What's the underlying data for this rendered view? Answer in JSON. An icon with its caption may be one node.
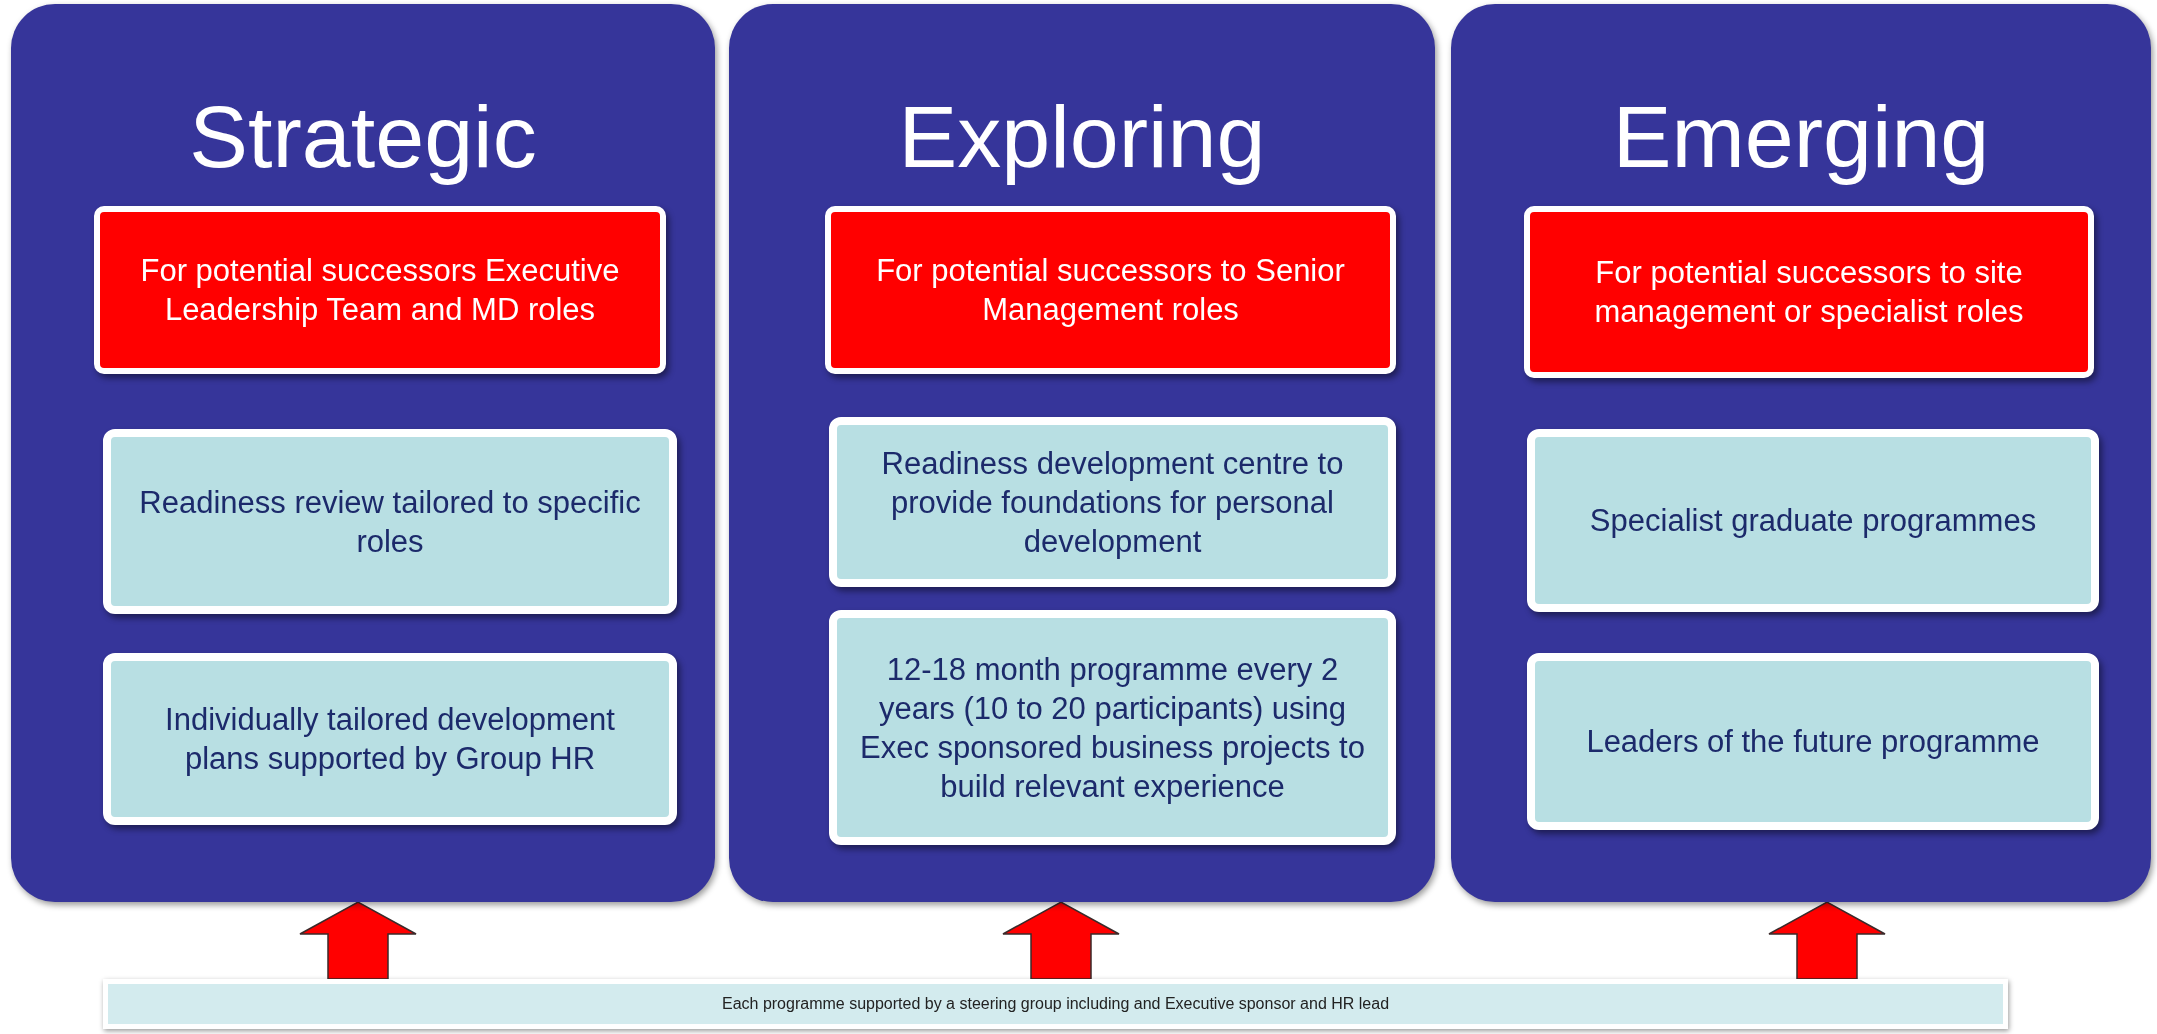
{
  "diagram": {
    "nodes": [
      {
        "text": [
          "Strategic"
        ]
      },
      {
        "text": [
          "For potential successors Executive Leadership Team and MD roles"
        ],
        "in": 0
      },
      {
        "text": [
          "Readiness review tailored to specific roles"
        ],
        "in": 0
      },
      {
        "text": [
          "Individually tailored development plans supported by Group HR"
        ],
        "in": 0
      },
      {
        "text": [
          "Exploring"
        ]
      },
      {
        "text": [
          "For potential successors to Senior Management roles"
        ],
        "in": 4
      },
      {
        "text": [
          "Readiness development centre to provide foundations for personal development"
        ],
        "in": 4
      },
      {
        "text": [
          "12-18 month programme every 2 years (10 to 20 participants) using Exec sponsored business projects to build relevant experience"
        ],
        "in": 4
      },
      {
        "text": [
          "Emerging"
        ]
      },
      {
        "text": [
          "For potential successors to site management or specialist roles"
        ],
        "in": 8
      },
      {
        "text": [
          "Specialist graduate programmes"
        ],
        "in": 8
      },
      {
        "text": [
          "Leaders of the future programme"
        ],
        "in": 8
      },
      {
        "text": [
          "Each  programme supported by a steering group including and Executive sponsor and HR lead"
        ]
      }
    ],
    "edges": [
      {
        "from": 12,
        "to": 0,
        "arrow": "to"
      },
      {
        "from": 12,
        "to": 4,
        "arrow": "to"
      },
      {
        "from": 12,
        "to": 8,
        "arrow": "to"
      }
    ]
  }
}
